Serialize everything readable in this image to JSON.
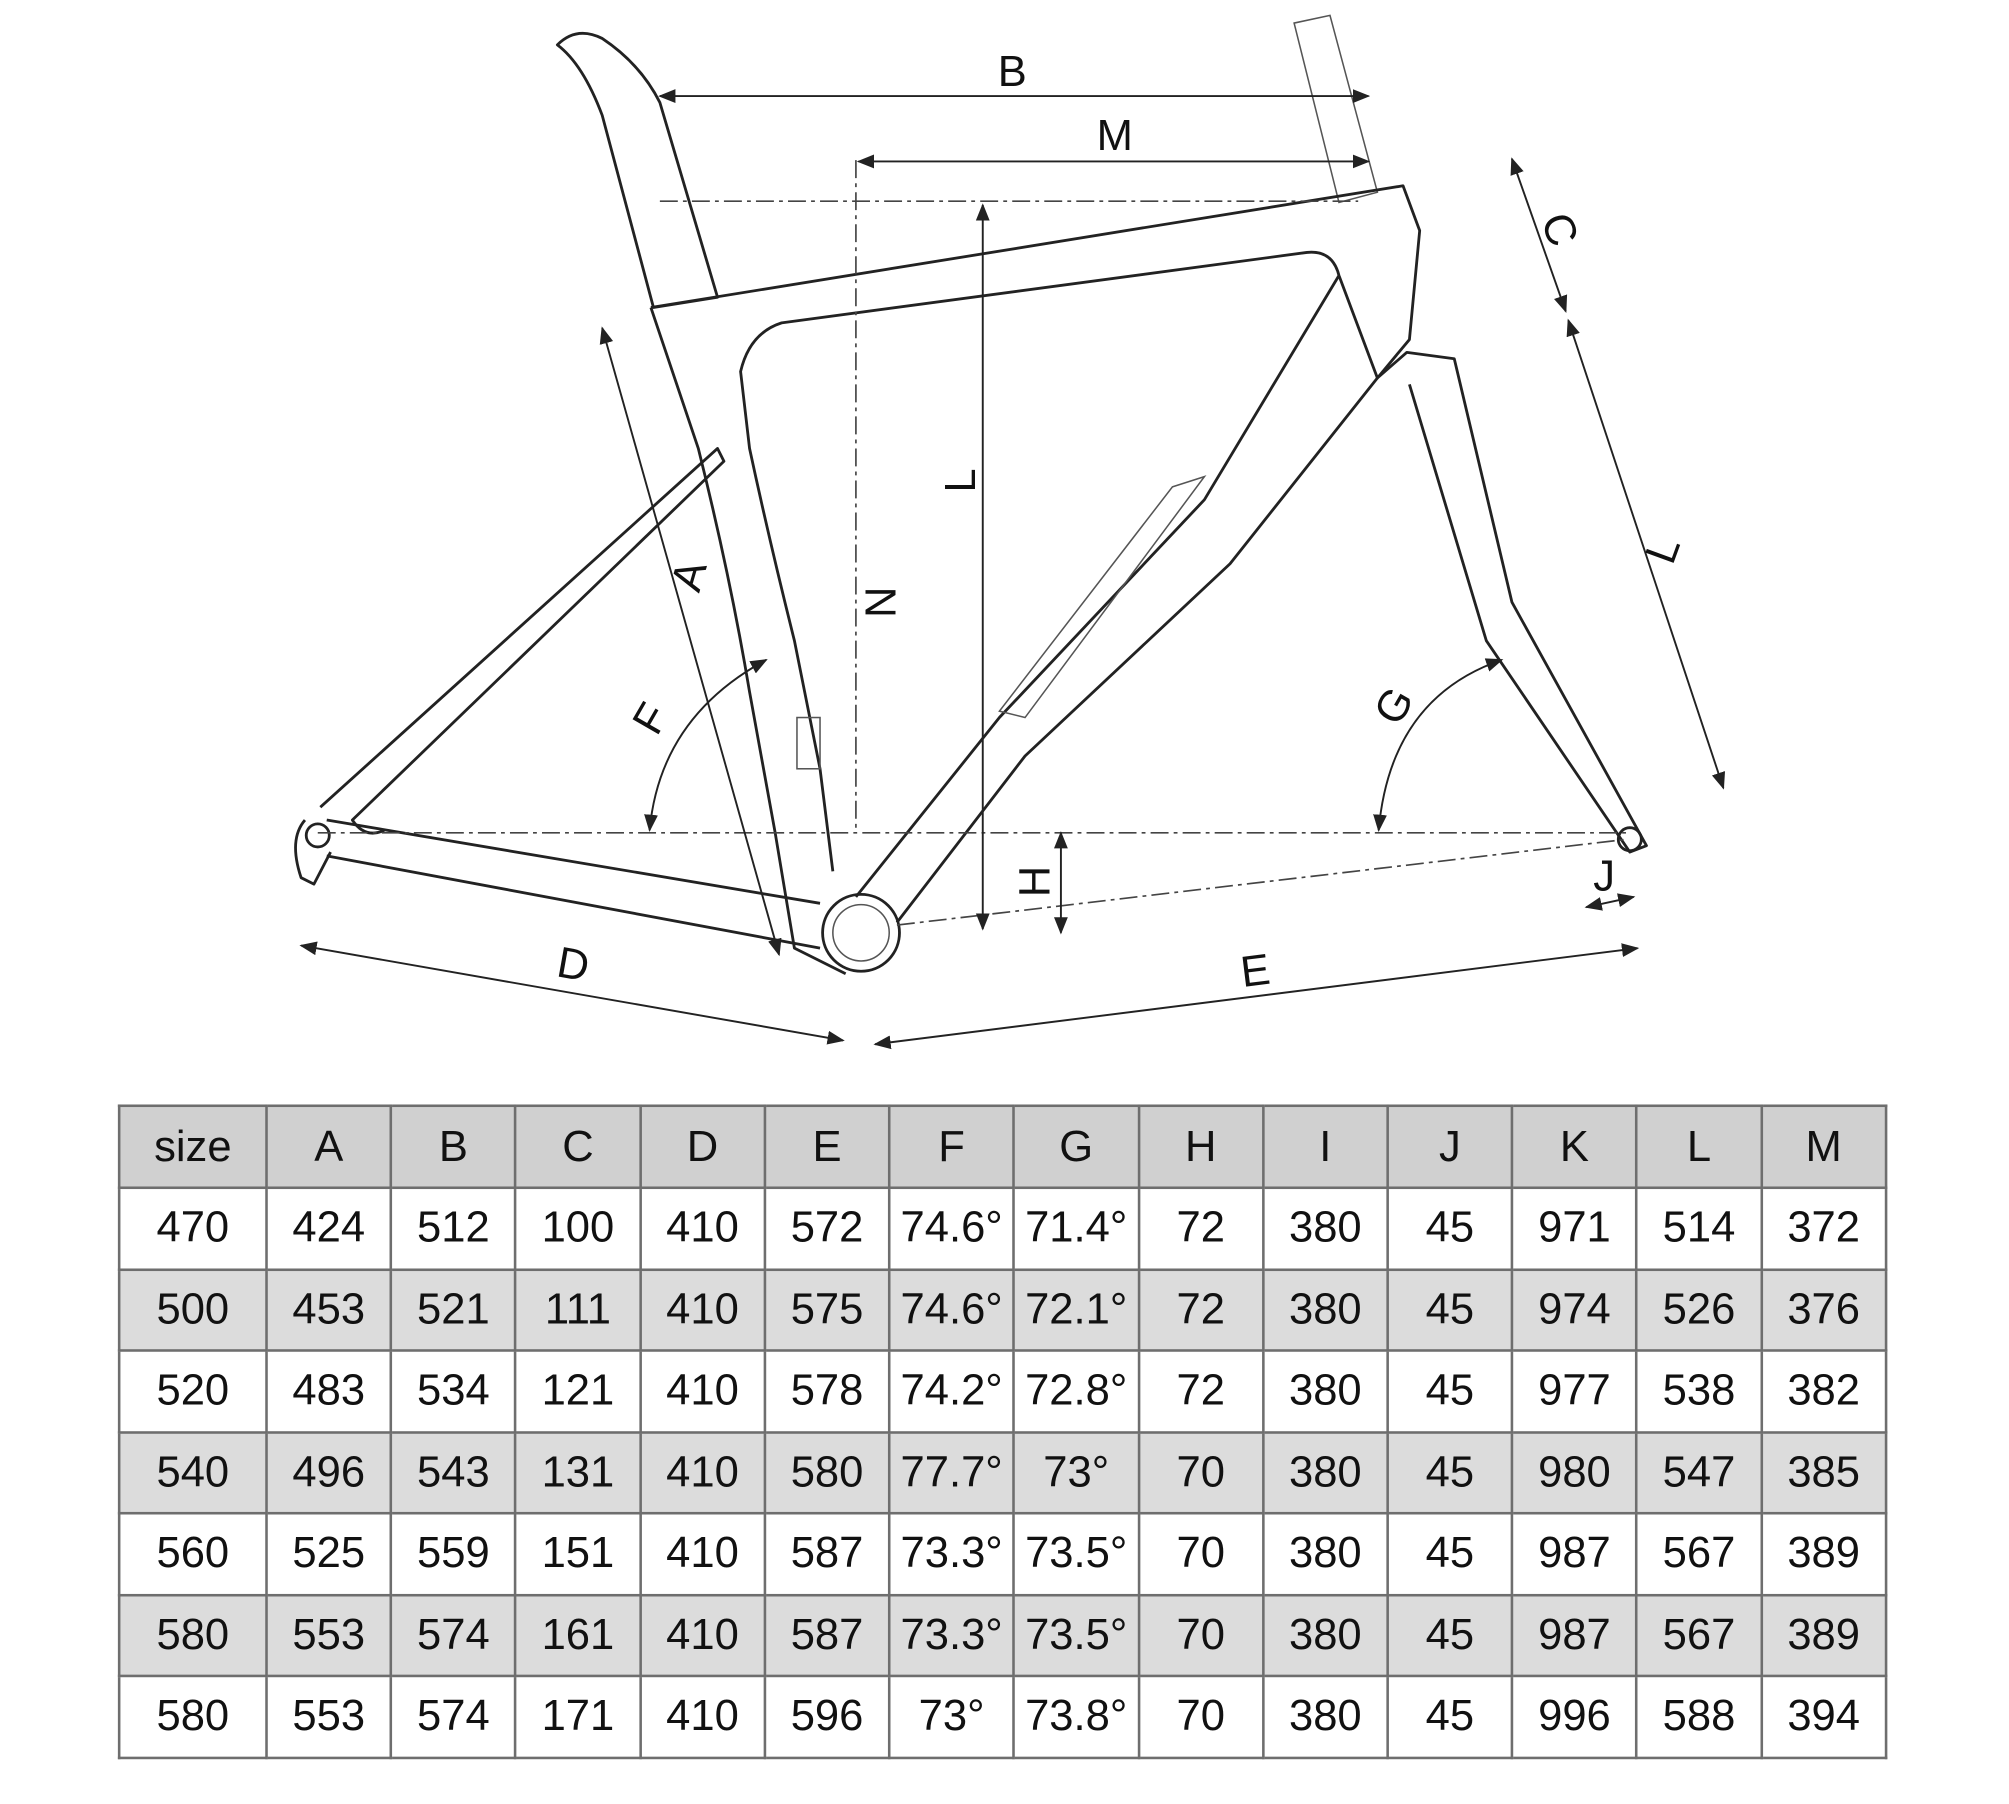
{
  "diagram": {
    "labels": {
      "A": "A",
      "B": "B",
      "C": "C",
      "D": "D",
      "E": "E",
      "F": "F",
      "G": "G",
      "H": "H",
      "J": "J",
      "L1": "L",
      "L2": "L",
      "M": "M",
      "N": "N"
    }
  },
  "table": {
    "headers": [
      "size",
      "A",
      "B",
      "C",
      "D",
      "E",
      "F",
      "G",
      "H",
      "I",
      "J",
      "K",
      "L",
      "M"
    ],
    "rows": [
      [
        "470",
        "424",
        "512",
        "100",
        "410",
        "572",
        "74.6°",
        "71.4°",
        "72",
        "380",
        "45",
        "971",
        "514",
        "372"
      ],
      [
        "500",
        "453",
        "521",
        "111",
        "410",
        "575",
        "74.6°",
        "72.1°",
        "72",
        "380",
        "45",
        "974",
        "526",
        "376"
      ],
      [
        "520",
        "483",
        "534",
        "121",
        "410",
        "578",
        "74.2°",
        "72.8°",
        "72",
        "380",
        "45",
        "977",
        "538",
        "382"
      ],
      [
        "540",
        "496",
        "543",
        "131",
        "410",
        "580",
        "77.7°",
        "73°",
        "70",
        "380",
        "45",
        "980",
        "547",
        "385"
      ],
      [
        "560",
        "525",
        "559",
        "151",
        "410",
        "587",
        "73.3°",
        "73.5°",
        "70",
        "380",
        "45",
        "987",
        "567",
        "389"
      ],
      [
        "580",
        "553",
        "574",
        "161",
        "410",
        "587",
        "73.3°",
        "73.5°",
        "70",
        "380",
        "45",
        "987",
        "567",
        "389"
      ],
      [
        "580",
        "553",
        "574",
        "171",
        "410",
        "596",
        "73°",
        "73.8°",
        "70",
        "380",
        "45",
        "996",
        "588",
        "394"
      ]
    ]
  }
}
